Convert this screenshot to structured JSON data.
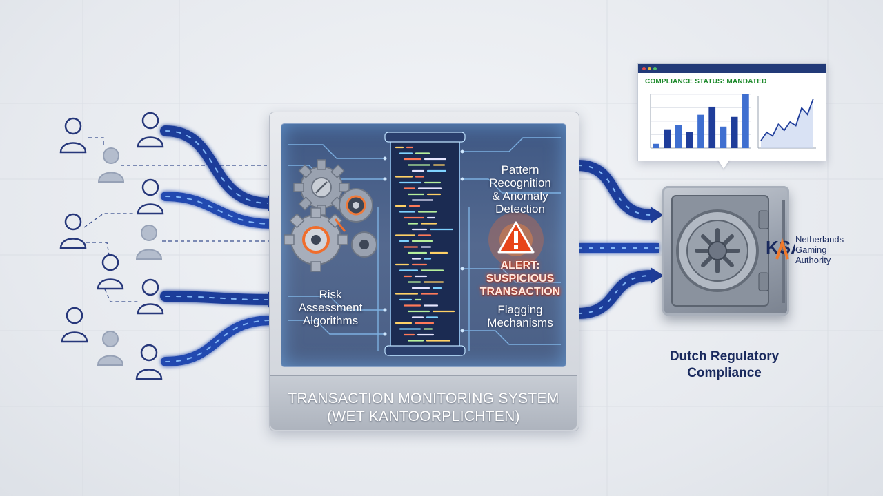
{
  "system": {
    "title_line1": "TRANSACTION MONITORING SYSTEM",
    "title_line2": "(WET KANTOORPLICHTEN)"
  },
  "modules": {
    "risk": [
      "Risk",
      "Assessment",
      "Algorithms"
    ],
    "pattern": [
      "Pattern",
      "Recognition",
      "& Anomaly",
      "Detection"
    ],
    "alert": [
      "ALERT:",
      "SUSPICIOUS",
      "TRANSACTION"
    ],
    "flagging": [
      "Flagging",
      "Mechanisms"
    ]
  },
  "compliance_popup": {
    "status": "COMPLIANCE STATUS: MANDATED",
    "bar_values": [
      0.08,
      0.35,
      0.43,
      0.3,
      0.62,
      0.77,
      0.4,
      0.58,
      1.0
    ],
    "line_values": [
      0.1,
      0.28,
      0.2,
      0.45,
      0.32,
      0.5,
      0.42,
      0.8,
      0.66,
      1.0
    ]
  },
  "authority": {
    "logo": "KSA",
    "name_line1": "Netherlands",
    "name_line2": "Gaming",
    "name_line3": "Authority"
  },
  "destination": {
    "line1": "Dutch Regulatory",
    "line2": "Compliance"
  },
  "colors": {
    "accent_blue": "#1f3d9a",
    "glow_blue": "#5aa8ff",
    "alert_orange": "#ff5a1f",
    "navy_text": "#1a2a5e",
    "status_green": "#1e8a2c",
    "user_icon_dark": "#26377a",
    "user_icon_light": "#a9b3c6"
  }
}
